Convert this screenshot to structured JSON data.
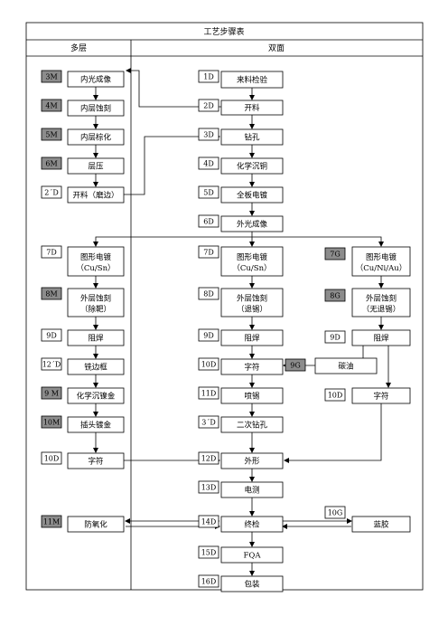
{
  "title": "工艺步骤表",
  "columns": {
    "left": "多层",
    "right": "双面"
  },
  "multilayer": [
    {
      "code": "3M",
      "label": "内光成像"
    },
    {
      "code": "4M",
      "label": "内层蚀刻"
    },
    {
      "code": "5M",
      "label": "内层棕化"
    },
    {
      "code": "6M",
      "label": "层压"
    },
    {
      "code": "2´D",
      "label": "开料（磨边）"
    },
    {
      "code": "7D",
      "label": "图形电镀",
      "sub": "（Cu/Sn）"
    },
    {
      "code": "8M",
      "label": "外层蚀刻",
      "sub": "（除靶）"
    },
    {
      "code": "9D",
      "label": "阻焊"
    },
    {
      "code": "12´D",
      "label": "铣边框"
    },
    {
      "code": "9 M",
      "label": "化学沉镍金"
    },
    {
      "code": "10M",
      "label": "插头镀金"
    },
    {
      "code": "10D",
      "label": "字符"
    },
    {
      "code": "11M",
      "label": "防氧化"
    }
  ],
  "double": [
    {
      "code": "1D",
      "label": "来料检验"
    },
    {
      "code": "2D",
      "label": "开料"
    },
    {
      "code": "3D",
      "label": "钻孔"
    },
    {
      "code": "4D",
      "label": "化学沉铜"
    },
    {
      "code": "5D",
      "label": "全板电镀"
    },
    {
      "code": "6D",
      "label": "外光成像"
    },
    {
      "code": "7D",
      "label": "图形电镀",
      "sub": "（Cu/Sn）"
    },
    {
      "code": "8D",
      "label": "外层蚀刻",
      "sub": "（退锡）"
    },
    {
      "code": "9D",
      "label": "阻焊"
    },
    {
      "code": "10D",
      "label": "字符"
    },
    {
      "code": "11D",
      "label": "喷锡"
    },
    {
      "code": "3´D",
      "label": "二次钻孔"
    },
    {
      "code": "12D",
      "label": "外形"
    },
    {
      "code": "13D",
      "label": "电测"
    },
    {
      "code": "14D",
      "label": "终检"
    },
    {
      "code": "15D",
      "label": "FQA"
    },
    {
      "code": "16D",
      "label": "包装"
    }
  ],
  "gold": [
    {
      "code": "7G",
      "label": "图形电镀",
      "sub": "（Cu/Ni/Au）"
    },
    {
      "code": "8G",
      "label": "外层蚀刻",
      "sub": "（无退锡）"
    },
    {
      "code": "9D",
      "label": "阻焊"
    },
    {
      "code": "9G",
      "label": "碳油"
    },
    {
      "code": "10D",
      "label": "字符"
    },
    {
      "code": "10G",
      "label": "蓝胶"
    }
  ],
  "colors": {
    "grey_tag": "#8c8c8c",
    "line": "#000000"
  }
}
